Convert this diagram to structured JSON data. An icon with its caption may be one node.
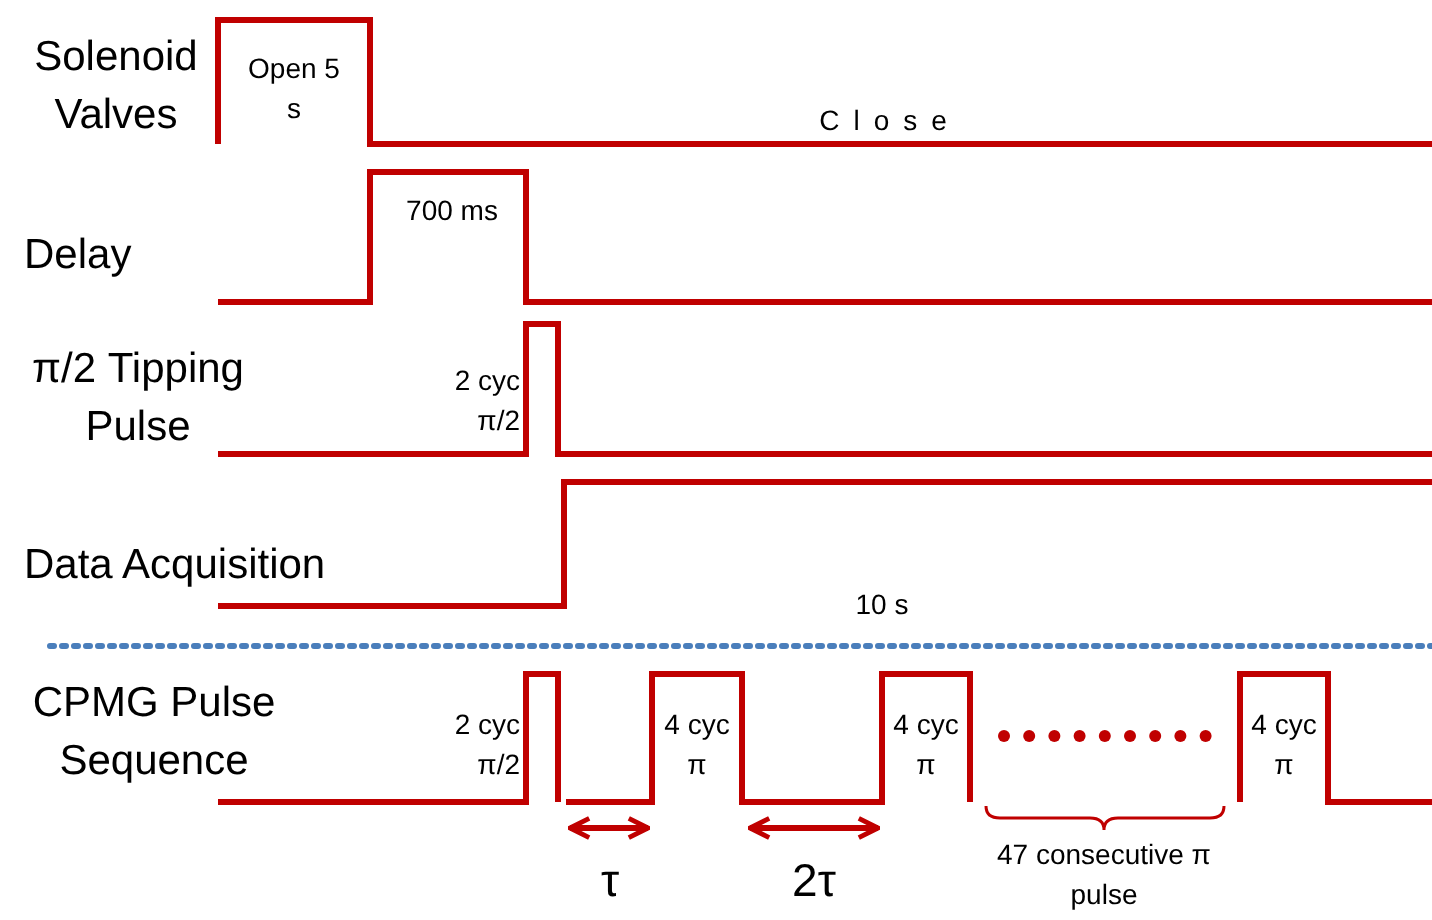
{
  "diagram": {
    "labels": [
      "Solenoid Valves",
      "Open 5 s",
      "Close",
      "Delay",
      "700 ms",
      "π/2 Tipping Pulse",
      "2 cyc π/2",
      "Data Acquisition",
      "10 s",
      "CPMG Pulse Sequence",
      "2 cyc π/2",
      "4 cyc π",
      "4 cyc π",
      "4 cyc π",
      "τ",
      "2τ",
      "47 consecutive π pulse"
    ]
  }
}
